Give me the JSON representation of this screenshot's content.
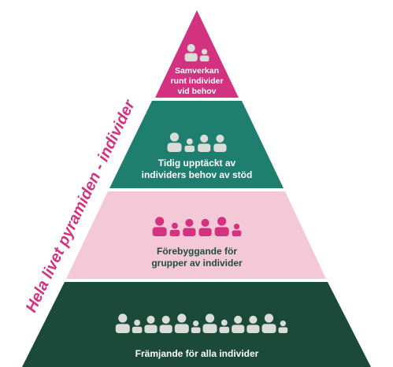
{
  "side_label": "Hela livet pyramiden - individer",
  "colors": {
    "tier1": "#d2327f",
    "tier2": "#1e7f6e",
    "tier3": "#f5c8d8",
    "tier4": "#1b4a3a",
    "icons_light": "#d9dcd7",
    "icons_pink": "#d2327f",
    "side_text": "#d2327f"
  },
  "tiers": [
    {
      "id": "tier-1",
      "lines": [
        "Samverkan",
        "runt individer",
        "vid behov"
      ],
      "icon_count": 2,
      "icon_name": "person-icon"
    },
    {
      "id": "tier-2",
      "lines": [
        "Tidig upptäckt av",
        "individers behov av stöd"
      ],
      "icon_count": 4,
      "icon_name": "person-icon"
    },
    {
      "id": "tier-3",
      "lines": [
        "Förebyggande för",
        "grupper av individer"
      ],
      "icon_count": 6,
      "icon_name": "person-icon"
    },
    {
      "id": "tier-4",
      "lines": [
        "Främjande för alla individer"
      ],
      "icon_count": 12,
      "icon_name": "person-icon"
    }
  ]
}
